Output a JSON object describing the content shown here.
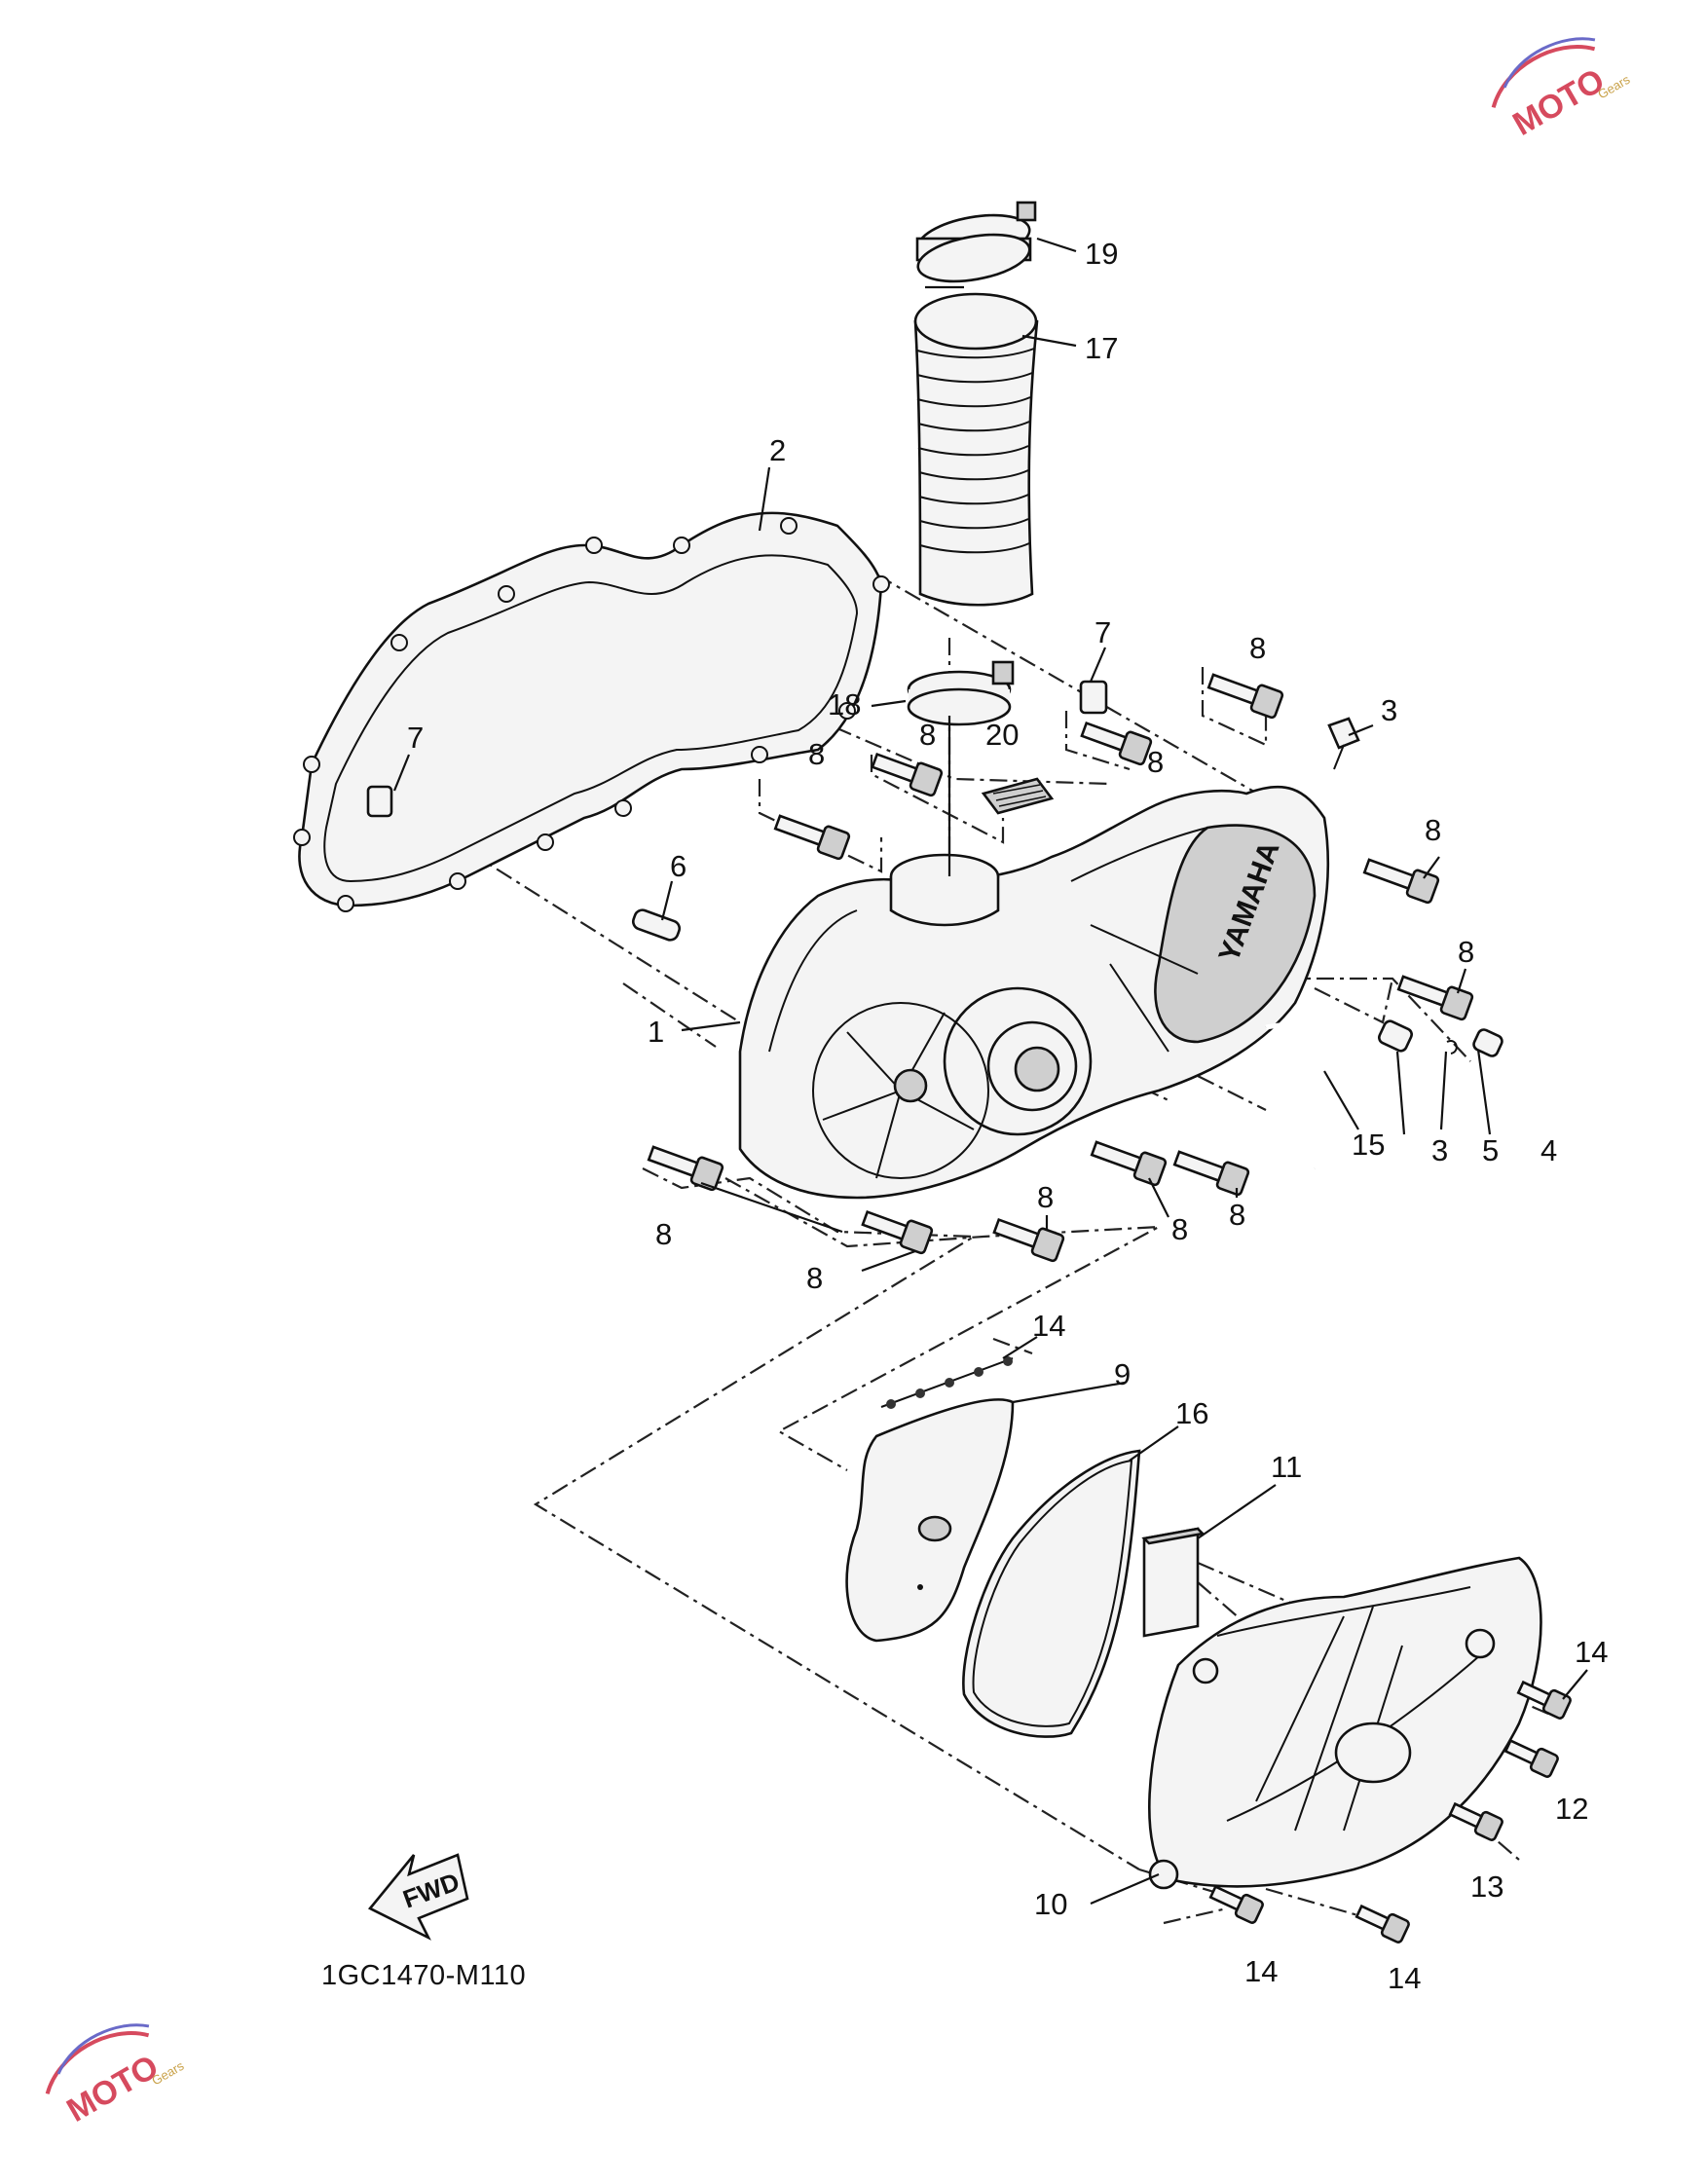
{
  "diagram": {
    "code": "1GC1470-M110",
    "fwd_label": "FWD",
    "brand_mark": "YAMAHA"
  },
  "watermark": {
    "text": "MOTO",
    "sub": "Gears"
  },
  "callouts": [
    {
      "id": "c1",
      "label": "1"
    },
    {
      "id": "c2",
      "label": "2"
    },
    {
      "id": "c3a",
      "label": "3"
    },
    {
      "id": "c3b",
      "label": "3"
    },
    {
      "id": "c4",
      "label": "4"
    },
    {
      "id": "c5",
      "label": "5"
    },
    {
      "id": "c6",
      "label": "6"
    },
    {
      "id": "c7a",
      "label": "7"
    },
    {
      "id": "c7b",
      "label": "7"
    },
    {
      "id": "c8a",
      "label": "8"
    },
    {
      "id": "c8b",
      "label": "8"
    },
    {
      "id": "c8c",
      "label": "8"
    },
    {
      "id": "c8d",
      "label": "8"
    },
    {
      "id": "c8e",
      "label": "8"
    },
    {
      "id": "c8f",
      "label": "8"
    },
    {
      "id": "c8g",
      "label": "8"
    },
    {
      "id": "c8h",
      "label": "8"
    },
    {
      "id": "c8i",
      "label": "8"
    },
    {
      "id": "c8j",
      "label": "8"
    },
    {
      "id": "c8k",
      "label": "8"
    },
    {
      "id": "c8l",
      "label": "8"
    },
    {
      "id": "c9",
      "label": "9"
    },
    {
      "id": "c10",
      "label": "10"
    },
    {
      "id": "c11",
      "label": "11"
    },
    {
      "id": "c12",
      "label": "12"
    },
    {
      "id": "c13",
      "label": "13"
    },
    {
      "id": "c14a",
      "label": "14"
    },
    {
      "id": "c14b",
      "label": "14"
    },
    {
      "id": "c14c",
      "label": "14"
    },
    {
      "id": "c14d",
      "label": "14"
    },
    {
      "id": "c15",
      "label": "15"
    },
    {
      "id": "c16",
      "label": "16"
    },
    {
      "id": "c17",
      "label": "17"
    },
    {
      "id": "c18",
      "label": "18"
    },
    {
      "id": "c19",
      "label": "19"
    },
    {
      "id": "c20",
      "label": "20"
    }
  ]
}
